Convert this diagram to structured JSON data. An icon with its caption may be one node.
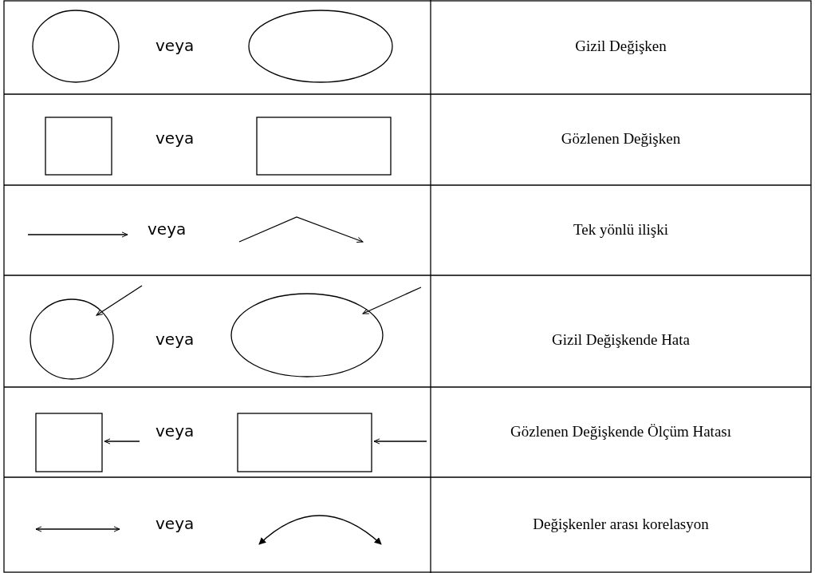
{
  "diagram": {
    "labels": [
      "veya",
      "Gizil Değişken",
      "veya",
      "Gözlenen Değişken",
      "veya",
      "Tek yönlü ilişki",
      "veya",
      "Gizil Değişkende Hata",
      "veya",
      "Gözlenen Değişkende Ölçüm Hatası",
      "veya",
      "Değişkenler arası korelasyon"
    ]
  }
}
